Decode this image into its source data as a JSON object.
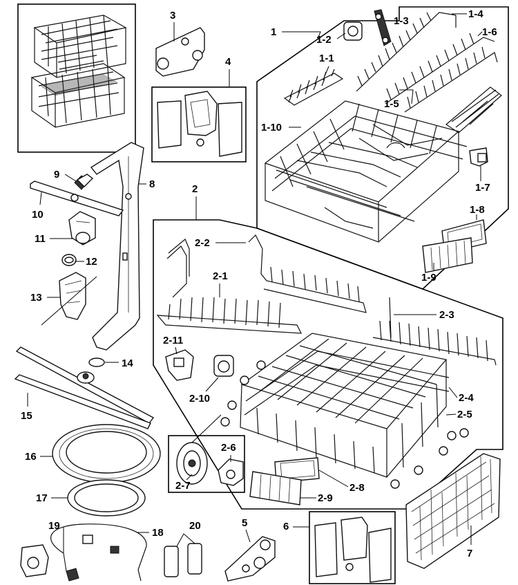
{
  "labels": {
    "p1": "1",
    "p1_1": "1-1",
    "p1_2": "1-2",
    "p1_3": "1-3",
    "p1_4": "1-4",
    "p1_5": "1-5",
    "p1_6": "1-6",
    "p1_7": "1-7",
    "p1_8": "1-8",
    "p1_9": "1-9",
    "p1_10": "1-10",
    "p2": "2",
    "p2_1": "2-1",
    "p2_2": "2-2",
    "p2_3": "2-3",
    "p2_4": "2-4",
    "p2_5": "2-5",
    "p2_6": "2-6",
    "p2_7": "2-7",
    "p2_8": "2-8",
    "p2_9": "2-9",
    "p2_10": "2-10",
    "p2_11": "2-11",
    "p3": "3",
    "p4": "4",
    "p5": "5",
    "p6": "6",
    "p7": "7",
    "p8": "8",
    "p9": "9",
    "p10": "10",
    "p11": "11",
    "p12": "12",
    "p13": "13",
    "p14": "14",
    "p15": "15",
    "p16": "16",
    "p17": "17",
    "p18": "18",
    "p19": "19",
    "p20": "20"
  }
}
